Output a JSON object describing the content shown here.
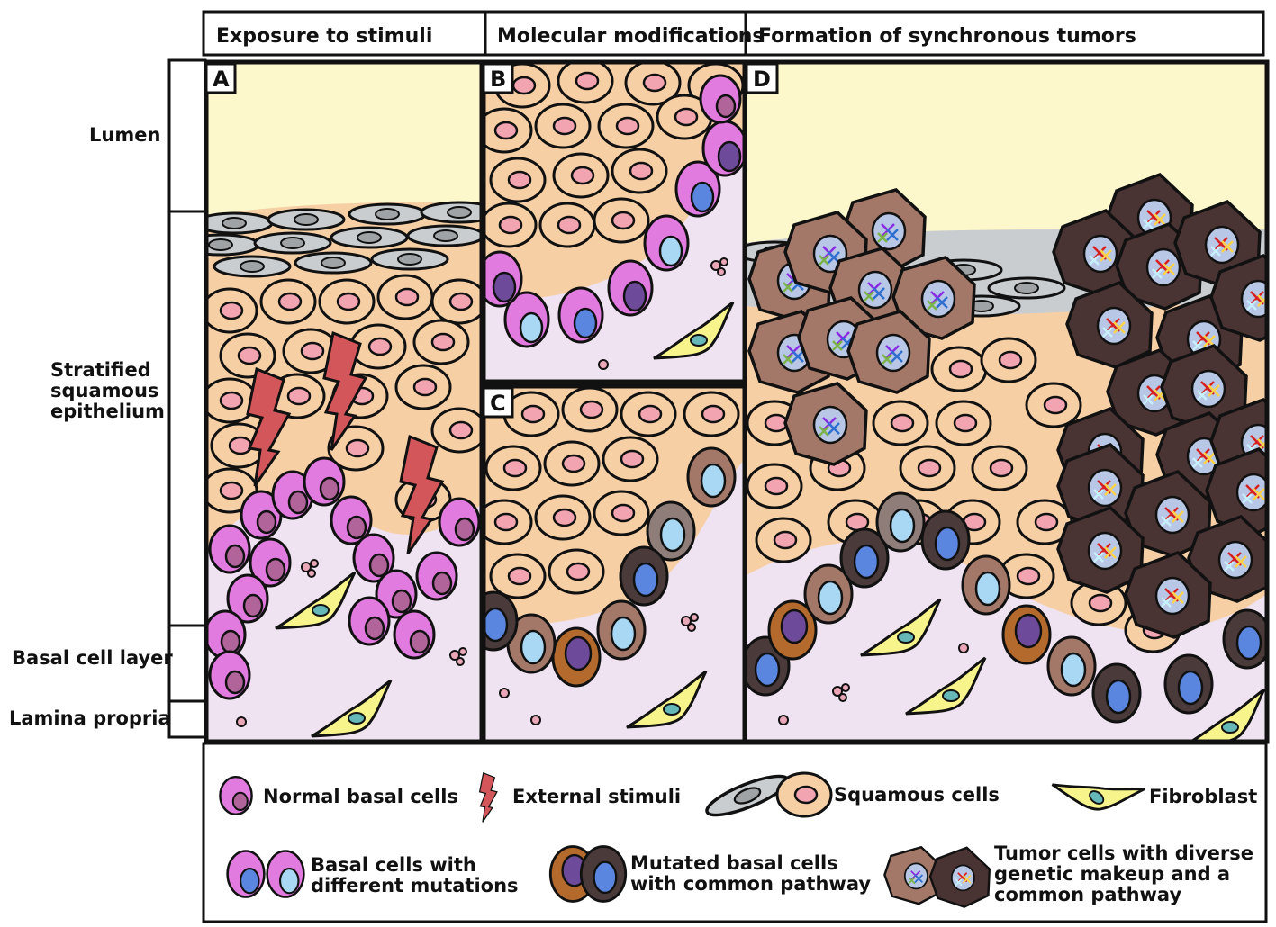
{
  "headers": {
    "exposure": "Exposure to stimuli",
    "molecular": "Molecular modifications",
    "formation": "Formation of synchronous tumors"
  },
  "side_labels": {
    "lumen": "Lumen",
    "epithelium_line1": "Stratified",
    "epithelium_line2": "squamous",
    "epithelium_line3": "epithelium",
    "basal": "Basal cell layer",
    "lamina": "Lamina propria"
  },
  "panel_labels": {
    "a": "A",
    "b": "B",
    "c": "C",
    "d": "D"
  },
  "legend": {
    "normal_basal": "Normal basal cells",
    "external_stimuli": "External stimuli",
    "squamous": "Squamous cells",
    "fibroblast": "Fibroblast",
    "basal_mut_line1": "Basal cells with",
    "basal_mut_line2": "different mutations",
    "mutated_line1": "Mutated basal cells",
    "mutated_line2": "with common pathway",
    "tumor_line1": "Tumor cells with diverse",
    "tumor_line2": "genetic makeup and a",
    "tumor_line3": "common pathway"
  },
  "colors": {
    "lumen": "#fdf8cc",
    "squamous_flat": "#c9cdd0",
    "squamous": "#f6cfa5",
    "squamous_nucleus": "#f2a4b0",
    "basal_normal": "#e27be0",
    "basal_nucleus": "#b0649a",
    "lamina": "#efe2f1",
    "lightning": "#d2565a",
    "fibroblast": "#f6f48a",
    "fibro_nucleus": "#66b7b8",
    "mut_blue": "#5a86e0",
    "mut_light": "#a8d8f4",
    "mut_purple": "#6d4a9a",
    "mutated_brown": "#b46a2c",
    "mutated_dark": "#4a3a3a",
    "tumor_light": "#a47868",
    "tumor_dark": "#4a3433",
    "tumor_nucleus": "#b9c7e6"
  }
}
